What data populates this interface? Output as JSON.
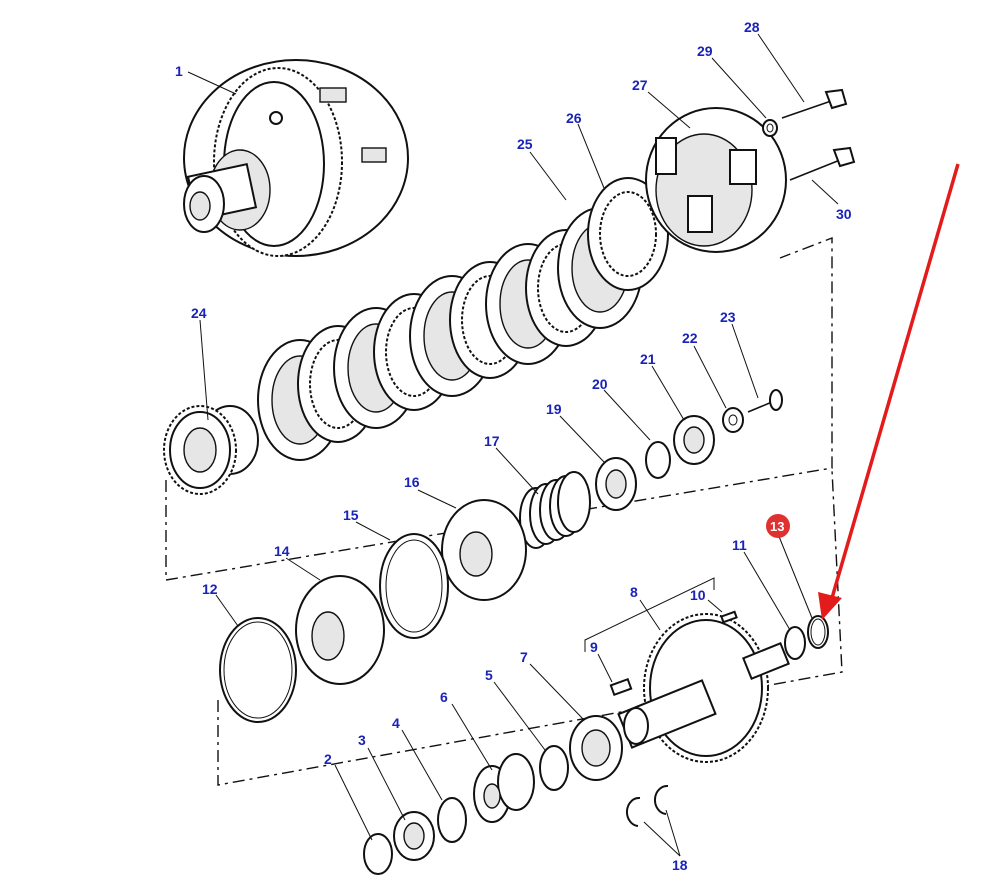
{
  "diagram": {
    "labels": {
      "p1": "1",
      "p2": "2",
      "p3": "3",
      "p4": "4",
      "p5": "5",
      "p6": "6",
      "p7": "7",
      "p8": "8",
      "p9": "9",
      "p10": "10",
      "p11": "11",
      "p12": "12",
      "p13": "13",
      "p14": "14",
      "p15": "15",
      "p16": "16",
      "p17": "17",
      "p18": "18",
      "p19": "19",
      "p20": "20",
      "p21": "21",
      "p22": "22",
      "p23": "23",
      "p24": "24",
      "p25": "25",
      "p26": "26",
      "p27": "27",
      "p28": "28",
      "p29": "29",
      "p30": "30"
    },
    "colors": {
      "label_text": "#1a23b8",
      "highlight_badge": "#e03030",
      "arrow": "#e31b1b",
      "line_art": "#111111"
    },
    "highlighted_part": "13"
  }
}
